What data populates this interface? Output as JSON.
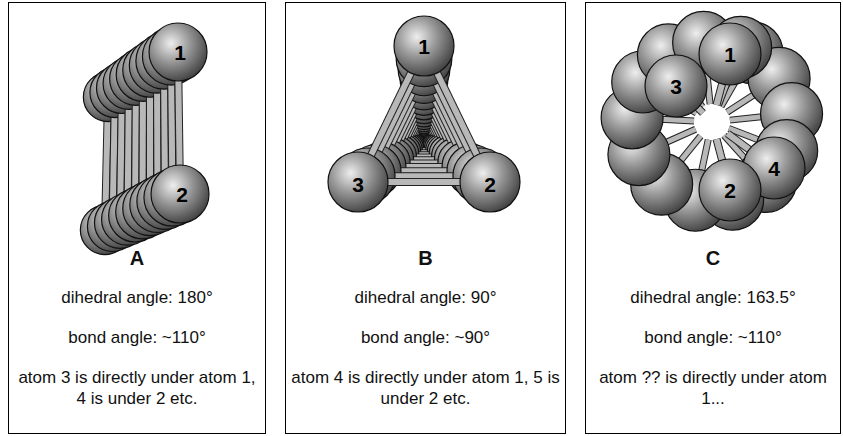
{
  "diagram": {
    "nodes": [
      {
        "text": [
          "A",
          "dihedral angle: 180°",
          "bond angle: ~110°",
          "atom 3 is directly under atom 1, 4 is under 2 etc."
        ]
      },
      {
        "text": [
          "B",
          "dihedral angle: 90°",
          "bond angle: ~90°",
          "atom 4 is directly under atom 1, 5 is under 2 etc."
        ]
      },
      {
        "text": [
          "C",
          "dihedral angle: 163.5°",
          "bond angle: ~110°",
          "atom ?? is directly under atom 1..."
        ]
      }
    ],
    "labels": [
      "1",
      "2",
      "1",
      "3",
      "2",
      "3",
      "1",
      "2",
      "4"
    ]
  }
}
